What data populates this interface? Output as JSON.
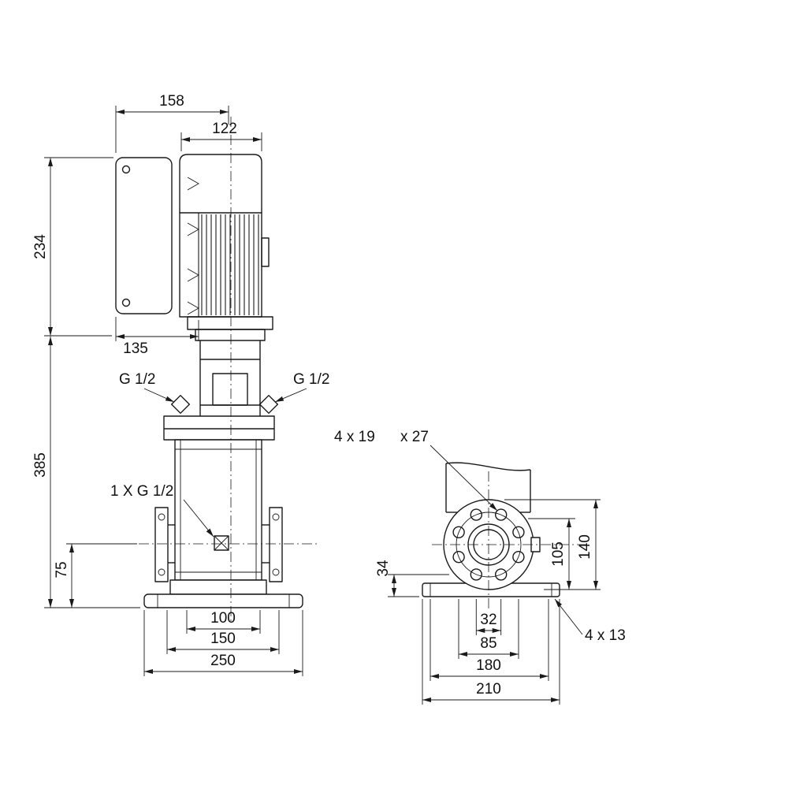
{
  "front_view": {
    "dim_width_box": "158",
    "dim_width_motor": "122",
    "dim_height_motor": "234",
    "dim_depth_box": "135",
    "dim_height_pump": "385",
    "dim_port_height": "75",
    "dim_base_inner": "100",
    "dim_base_mid": "150",
    "dim_base_outer": "250",
    "port_left_label": "G 1/2",
    "port_right_label": "G 1/2",
    "drain_label": "1 X G 1/2"
  },
  "end_view": {
    "flange_note_a": "4 x 19",
    "flange_note_b": "x 27",
    "dim_foot": "34",
    "dim_flange_low": "105",
    "dim_flange_high": "140",
    "dim_bolt_narrow": "32",
    "dim_bolt_wide": "85",
    "dim_base_holes_span": "180",
    "dim_base_length": "210",
    "base_holes_label": "4 x 13"
  }
}
